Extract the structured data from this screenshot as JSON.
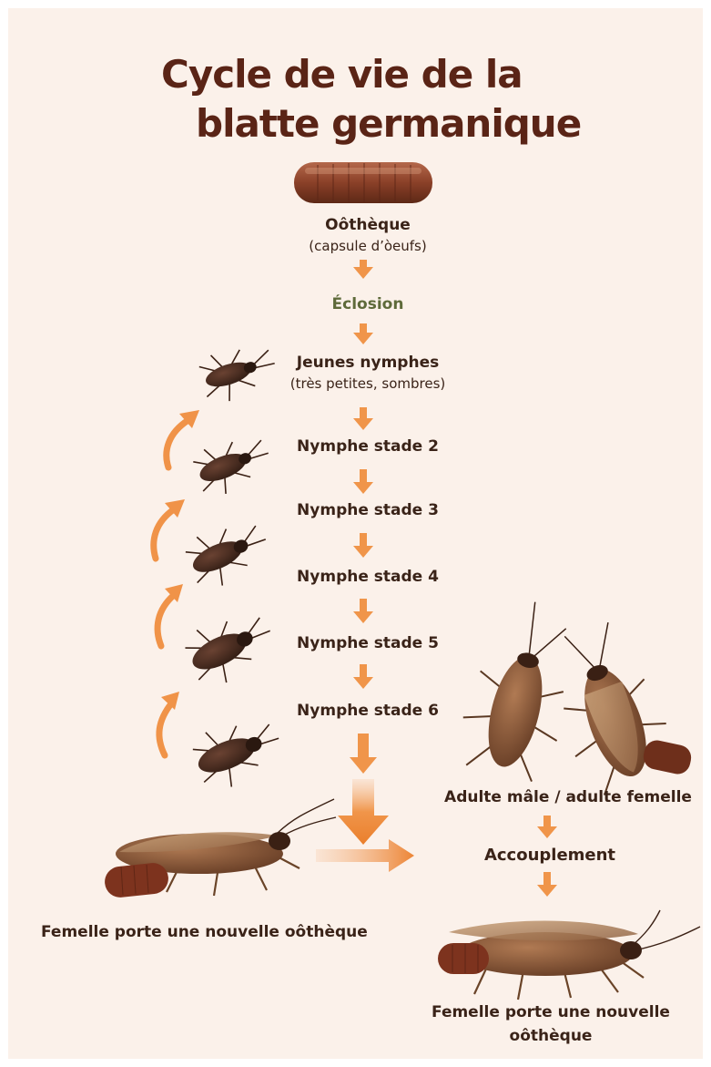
{
  "title": {
    "line1": "Cycle de vie de la",
    "line2": "blatte germanique"
  },
  "stages": {
    "ootheque": "Oôthèque",
    "ootheque_sub": "(capsule d’òeufs)",
    "eclosion": "Éclosion",
    "nymphs": "Jeunes nymphes",
    "nymphs_sub": "(très petites, sombres)",
    "stage2": "Nymphe stade 2",
    "stage3": "Nymphe stade 3",
    "stage4": "Nymphe stade 4",
    "stage5": "Nymphe stade 5",
    "stage6": "Nymphe stade 6",
    "adults": "Adulte mâle / adulte femelle",
    "mating": "Accouplement",
    "female_left": "Femelle porte une nouvelle oôthèque",
    "female_right_line1": "Femelle porte une nouvelle",
    "female_right_line2": "oôthèque"
  },
  "colors": {
    "background": "#fbf1ea",
    "title": "#5a2416",
    "arrow": "#f0954a",
    "text": "#3a2318",
    "eclosion_text": "#5e6a3a"
  }
}
